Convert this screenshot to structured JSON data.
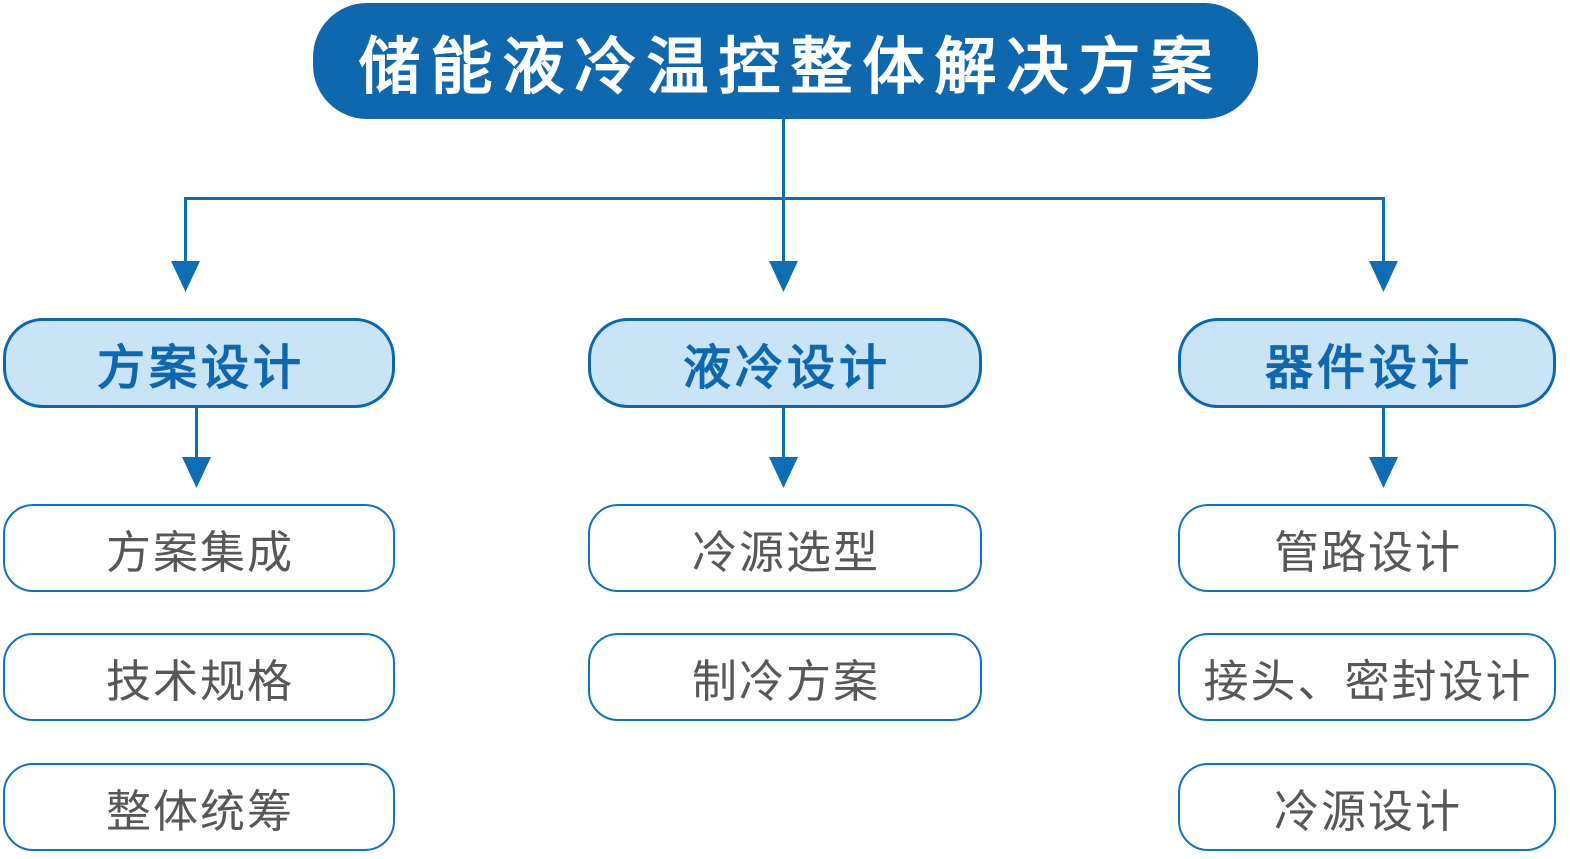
{
  "diagram": {
    "title": "储能液冷温控整体解决方案",
    "branches": [
      {
        "label": "方案设计",
        "children": [
          "方案集成",
          "技术规格",
          "整体统筹"
        ]
      },
      {
        "label": "液冷设计",
        "children": [
          "冷源选型",
          "制冷方案"
        ]
      },
      {
        "label": "器件设计",
        "children": [
          "管路设计",
          "接头、密封设计",
          "冷源设计"
        ]
      }
    ],
    "colors": {
      "root_fill": "#0f68ad",
      "root_text": "#ffffff",
      "branch_fill": "#c9e3f7",
      "branch_border": "#0c67ae",
      "branch_text": "#0f68ad",
      "leaf_fill": "#ffffff",
      "leaf_border": "#1272bc",
      "leaf_text": "#585658",
      "connector": "#0f6db4"
    }
  }
}
